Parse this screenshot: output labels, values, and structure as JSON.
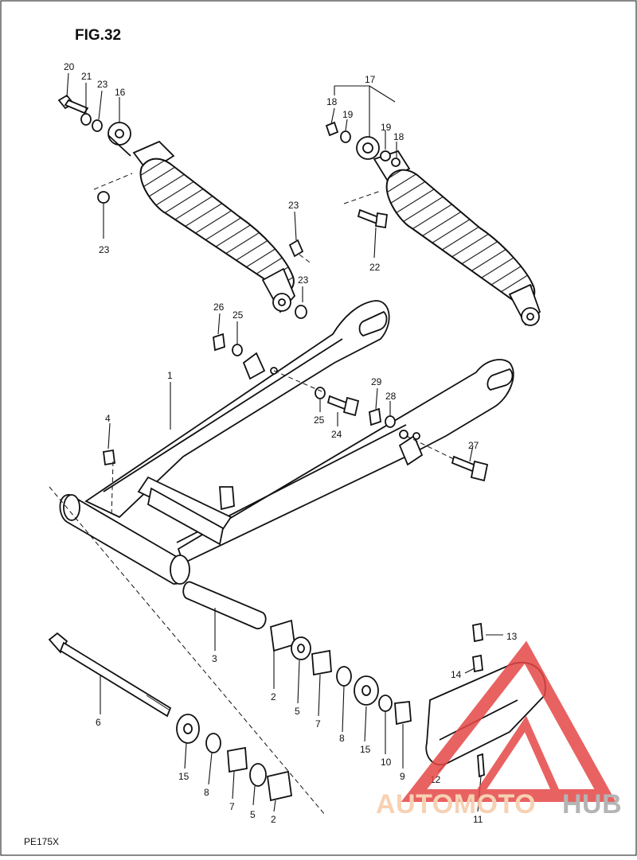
{
  "figure": {
    "title": "FIG.32",
    "model": "PE175X"
  },
  "watermark": {
    "text_a": "AUTOMOTO",
    "text_b": "HUB",
    "color_a": "#f6c9a8",
    "color_b": "#a7a7a7",
    "logo_color": "#e54747"
  },
  "labels": {
    "l1": "1",
    "l2a": "2",
    "l2b": "2",
    "l3": "3",
    "l4": "4",
    "l5a": "5",
    "l5b": "5",
    "l6": "6",
    "l7a": "7",
    "l7b": "7",
    "l8a": "8",
    "l8b": "8",
    "l9": "9",
    "l10": "10",
    "l11": "11",
    "l12": "12",
    "l13": "13",
    "l14": "14",
    "l15a": "15",
    "l15b": "15",
    "l16": "16",
    "l17": "17",
    "l18a": "18",
    "l18b": "18",
    "l19a": "19",
    "l19b": "19",
    "l20": "20",
    "l21": "21",
    "l22": "22",
    "l23a": "23",
    "l23b": "23",
    "l23c": "23",
    "l23d": "23",
    "l24": "24",
    "l25a": "25",
    "l25b": "25",
    "l26": "26",
    "l27": "27",
    "l28": "28",
    "l29": "29"
  }
}
